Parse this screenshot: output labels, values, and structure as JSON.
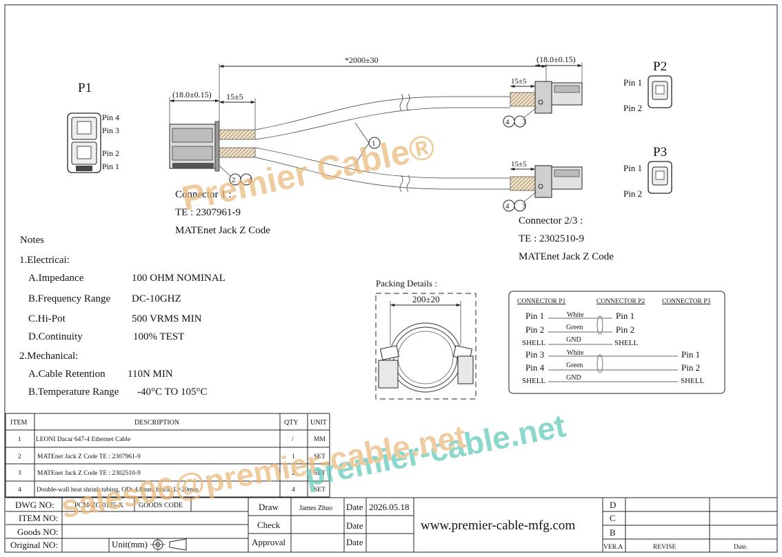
{
  "dimensions": {
    "overall_length": "*2000±30",
    "left_connector_length": "(18.0±0.15)",
    "right_connector_length": "(18.0±0.15)",
    "shrink_p1": "15±5",
    "shrink_p2": "15±5",
    "shrink_p3": "15±5"
  },
  "balloons": {
    "cable": "1",
    "p1": "2 4",
    "p2": "4 3",
    "p3": "4 3"
  },
  "connector_views": {
    "p1": {
      "label": "P1",
      "pin4": "Pin 4",
      "pin3": "Pin 3",
      "pin2": "Pin 2",
      "pin1": "Pin 1"
    },
    "p2": {
      "label": "P2",
      "pin1": "Pin 1",
      "pin2": "Pin 2"
    },
    "p3": {
      "label": "P3",
      "pin1": "Pin 1",
      "pin2": "Pin 2"
    }
  },
  "connector1": {
    "title": "Connector 1 :",
    "part": "TE : 2307961-9",
    "type": "MATEnet Jack Z Code"
  },
  "connector23": {
    "title": "Connector 2/3 :",
    "part": "TE : 2302510-9",
    "type": "MATEnet Jack Z Code"
  },
  "notes": {
    "heading": "Notes",
    "electrical_heading": "1.Electricai:",
    "electrical": [
      {
        "label": "A.Impedance",
        "value": "100 OHM NOMINAL"
      },
      {
        "label": "B.Frequency Range",
        "value": "DC-10GHZ"
      },
      {
        "label": "C.Hi-Pot",
        "value": "500 VRMS MIN"
      },
      {
        "label": "D.Continuity",
        "value": "100% TEST"
      }
    ],
    "mechanical_heading": "2.Mechanical:",
    "retention_label": "A.Cable Retention",
    "retention_value": "110N MIN",
    "temperature_label": "B.Temperature Range",
    "temperature_value": "-40°C TO 105°C"
  },
  "packing": {
    "title": "Packing Details :",
    "dimension": "200±20"
  },
  "wiring": {
    "headers": [
      "CONNECTOR P1",
      "CONNECTOR P2",
      "CONNECTOR P3"
    ],
    "left_pins": [
      "Pin 1",
      "Pin 2",
      "SHELL",
      "Pin 3",
      "Pin 4",
      "SHELL"
    ],
    "wire_colors": [
      "White",
      "Green",
      "GND",
      "White",
      "Green",
      "GND"
    ],
    "p2_pins": [
      "Pin 1",
      "Pin 2",
      "SHELL"
    ],
    "p3_pins": [
      "Pin 1",
      "Pin 2",
      "SHELL"
    ]
  },
  "bom": {
    "headers": [
      "ITEM",
      "DESCRIPTION",
      "QTY",
      "UNIT"
    ],
    "rows": [
      {
        "item": "1",
        "description": "LEONI Dacar 647-4 Ethernet Cable",
        "qty": "/",
        "unit": "MM"
      },
      {
        "item": "2",
        "description": "MATEnet Jack Z Code TE : 2307961-9",
        "qty": "1",
        "unit": "SET"
      },
      {
        "item": "3",
        "description": "MATEnet Jack Z Code TE : 2302510-9",
        "qty": "2",
        "unit": "SET"
      },
      {
        "item": "4",
        "description": "Double-wall heat shrink tubing, OD: 4.8mm, black, L=20mm",
        "qty": "4",
        "unit": "SET"
      }
    ]
  },
  "title_block": {
    "dwg_no_label": "DWG NO:",
    "dwg_no_value": "PCM-ZC-0135-X",
    "goods_code_label": "GOODS CODE",
    "item_no_label": "ITEM NO:",
    "goods_no_label": "Goods NO:",
    "original_no_label": "Original NO:",
    "unit_label": "Unit(mm)",
    "draw_label": "Draw",
    "draw_value": "James Zhuo",
    "check_label": "Check",
    "approval_label": "Approval",
    "date_label": "Date",
    "date_value": "2026.05.18",
    "website": "www.premier-cable-mfg.com",
    "revisions": [
      "D",
      "C",
      "B"
    ],
    "ver_label": "VER.A",
    "revise_label": "REVISE",
    "rev_date_label": "Date."
  },
  "watermarks": {
    "top": "Premier Cable®",
    "bottom_right": "premier-cable.net",
    "bottom_left": "sales06@premier-cable.net"
  },
  "colors": {
    "watermark_orange": "#e9b97a",
    "watermark_teal": "#5cc7b8",
    "line": "#222222"
  }
}
